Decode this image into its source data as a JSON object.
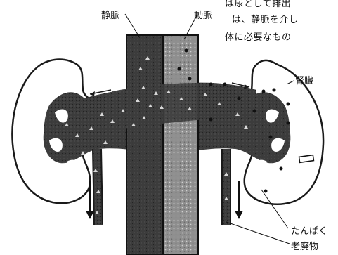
{
  "text_lines": [
    "は尿として排出",
    "は、静脈を介し",
    "体に必要なもの"
  ],
  "labels": {
    "vein": "静脈",
    "artery": "動脈",
    "kidney": "腎臓",
    "protein": "たんぱく",
    "waste": "老廃物"
  },
  "colors": {
    "ink": "#1a1a1a",
    "dark_fill": "#3a3a3a",
    "vessel_dark": "#2a2a2a",
    "artery_fill": "#9a9a9a",
    "paper": "#ffffff"
  }
}
